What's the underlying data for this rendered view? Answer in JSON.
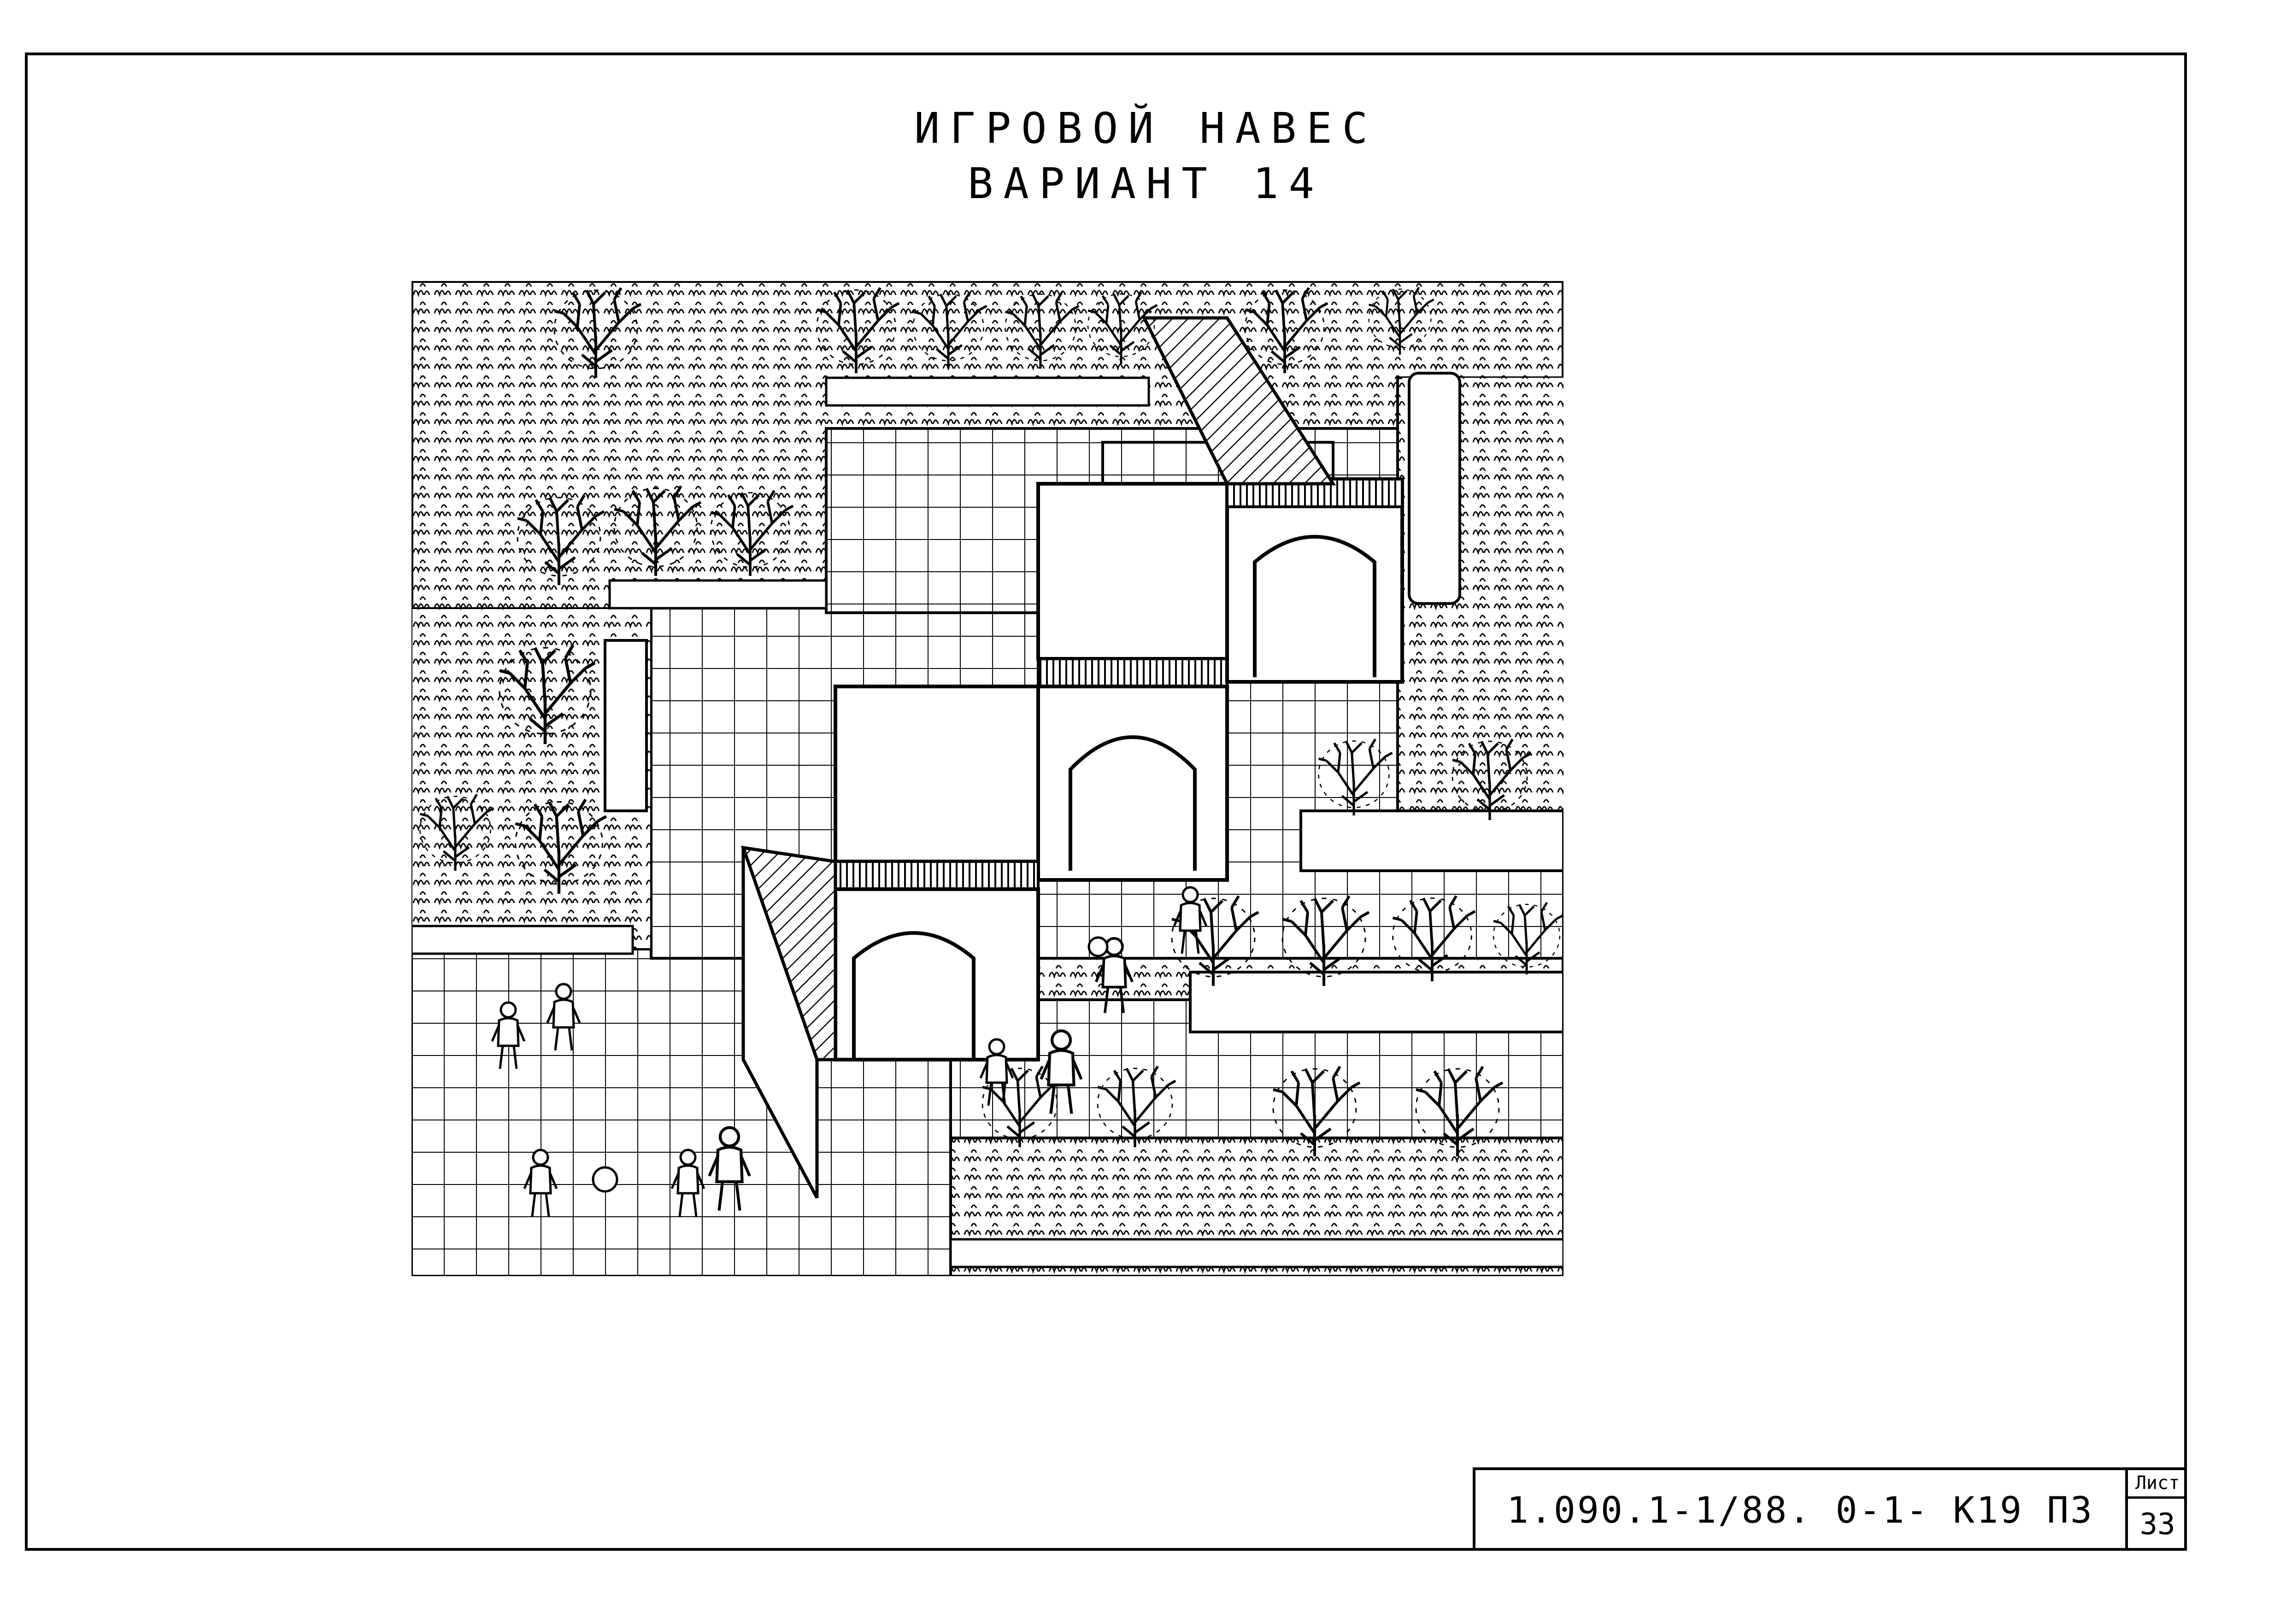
{
  "title": {
    "line1": "ИГРОВОЙ     НАВЕС",
    "line2": "ВАРИАНТ 14"
  },
  "stamp": {
    "code": "1.090.1-1/88. 0-1- К19 ПЗ",
    "sheet_label": "Лист",
    "sheet_number": "33"
  },
  "drawing": {
    "icon": "playground-canopy-plan-drawing",
    "colors": {
      "line": "#000000",
      "paper": "#ffffff"
    }
  }
}
